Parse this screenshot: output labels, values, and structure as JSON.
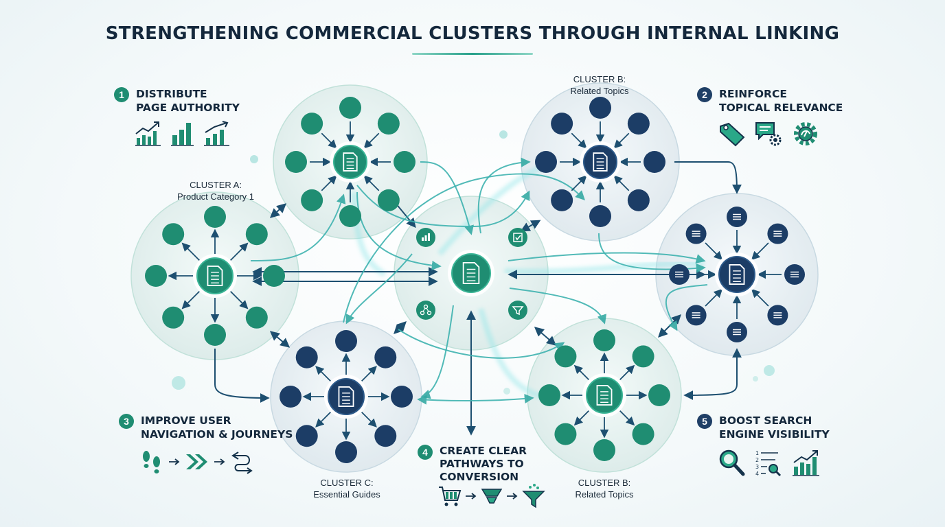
{
  "title": "STRENGTHENING COMMERCIAL CLUSTERS THROUGH INTERNAL LINKING",
  "colors": {
    "green": "#1f8d72",
    "green_light": "#2aa888",
    "navy": "#1c3d66",
    "teal_line": "#3fb3b0",
    "navy_line": "#1d4f70",
    "bubble_fill": "#e6f2f0"
  },
  "benefits": [
    {
      "number": "1",
      "line1": "DISTRIBUTE",
      "line2": "PAGE AUTHORITY",
      "icons": [
        "growth-chart-icon",
        "bar-chart-icon",
        "trend-chart-icon"
      ]
    },
    {
      "number": "2",
      "line1": "REINFORCE",
      "line2": "TOPICAL RELEVANCE",
      "icons": [
        "tag-icon",
        "chat-gear-icon",
        "settings-icon"
      ]
    },
    {
      "number": "3",
      "line1": "IMPROVE USER",
      "line2": "NAVIGATION & JOURNEYS",
      "icons": [
        "footprints-icon",
        "fast-forward-icon",
        "route-icon"
      ]
    },
    {
      "number": "4",
      "line1": "CREATE CLEAR",
      "line2": "PATHWAYS TO",
      "line3": "CONVERSION",
      "icons": [
        "cart-icon",
        "funnel-icon",
        "filter-funnel-icon"
      ]
    },
    {
      "number": "5",
      "line1": "BOOST SEARCH",
      "line2": "ENGINE VISIBILITY",
      "icons": [
        "magnifier-icon",
        "ranking-list-icon",
        "growth-bars-icon"
      ]
    }
  ],
  "clusters": [
    {
      "id": "cluster-a",
      "line1": "CLUSTER A:",
      "line2": "Product Category 1"
    },
    {
      "id": "cluster-b-top",
      "line1": "CLUSTER B:",
      "line2": "Related Topics"
    },
    {
      "id": "cluster-c",
      "line1": "CLUSTER C:",
      "line2": "Essential Guides"
    },
    {
      "id": "cluster-b-bottom",
      "line1": "CLUSTER B:",
      "line2": "Related Topics"
    }
  ],
  "hub_satellite_icons": [
    "bar-chart-icon",
    "checkbox-icon",
    "network-icon",
    "funnel-icon"
  ]
}
